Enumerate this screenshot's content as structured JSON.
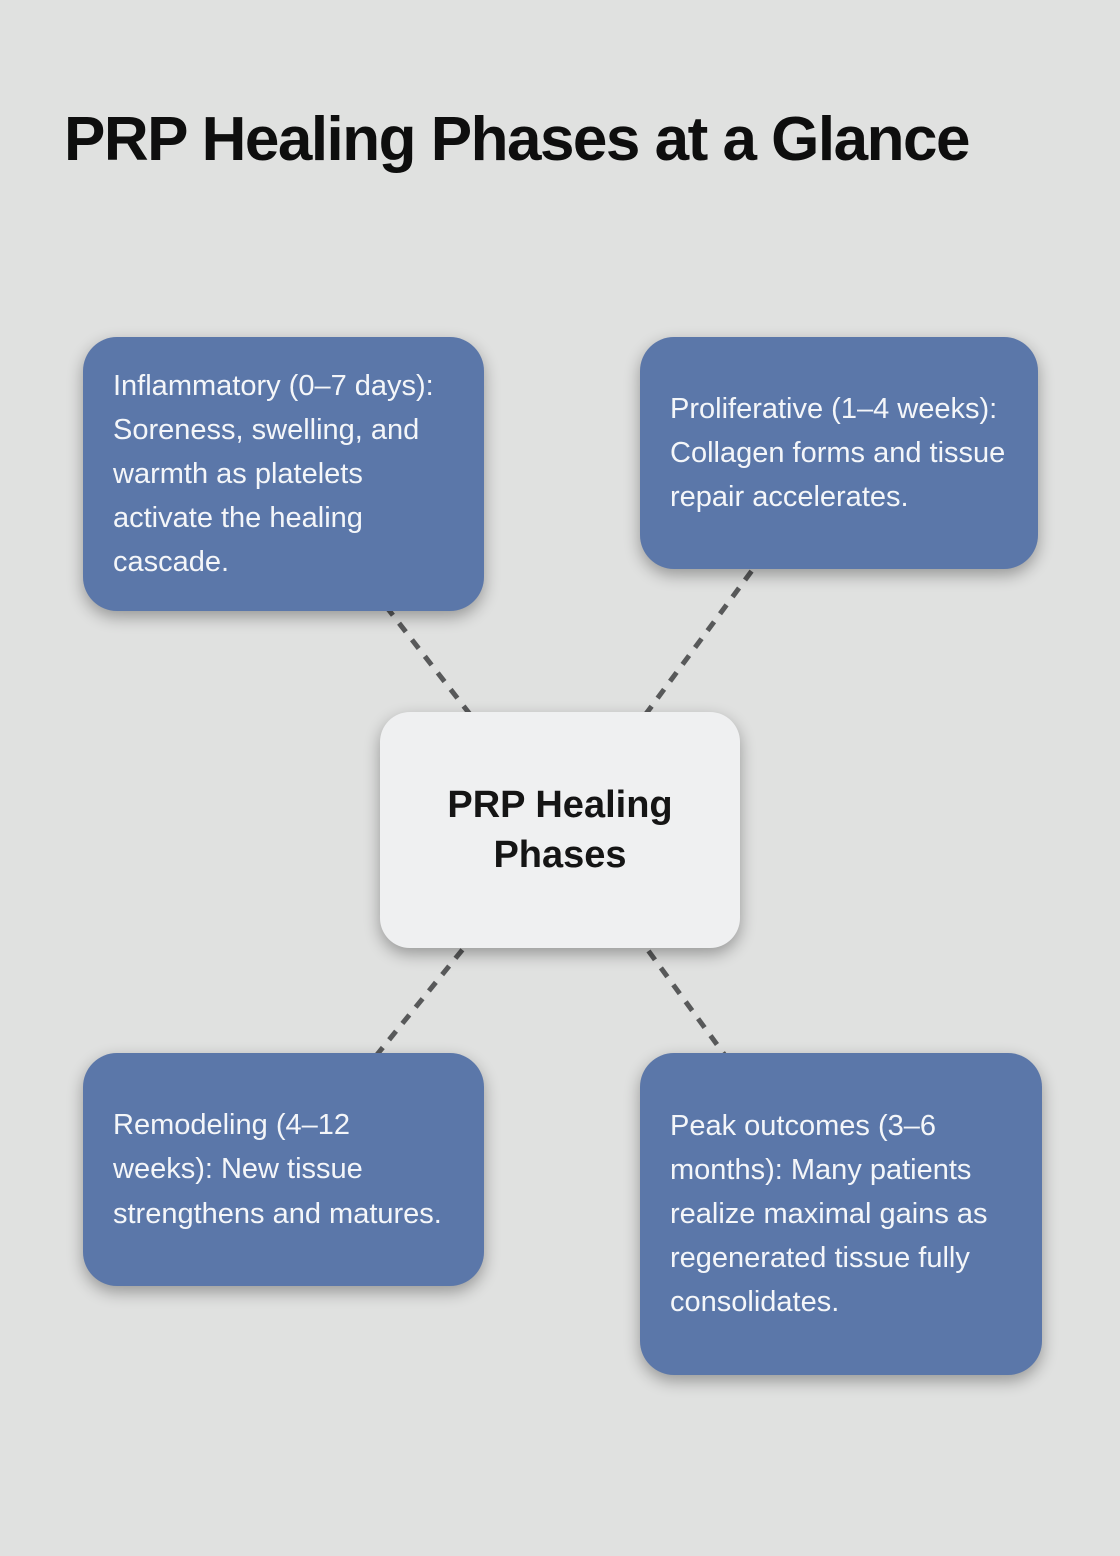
{
  "title": "PRP Healing Phases at a Glance",
  "diagram": {
    "center": {
      "label": "PRP Healing Phases"
    },
    "nodes": [
      {
        "id": "inflammatory",
        "text": "Inflammatory (0–7 days): Soreness, swelling, and warmth as platelets activate the healing cascade."
      },
      {
        "id": "proliferative",
        "text": "Proliferative (1–4 weeks): Collagen forms and tissue repair accelerates."
      },
      {
        "id": "remodeling",
        "text": "Remodeling (4–12 weeks): New tissue strengthens and matures."
      },
      {
        "id": "peak_outcomes",
        "text": "Peak outcomes (3–6 months): Many patients realize maximal gains as regenerated tissue fully consolidates."
      }
    ],
    "colors": {
      "background": "#e0e1e0",
      "node_fill": "#5b77a9",
      "node_text": "#f4f6f9",
      "center_fill": "#eff0f1",
      "center_text": "#151515",
      "connector": "#58595a",
      "title_color": "#0e0e0e"
    }
  }
}
